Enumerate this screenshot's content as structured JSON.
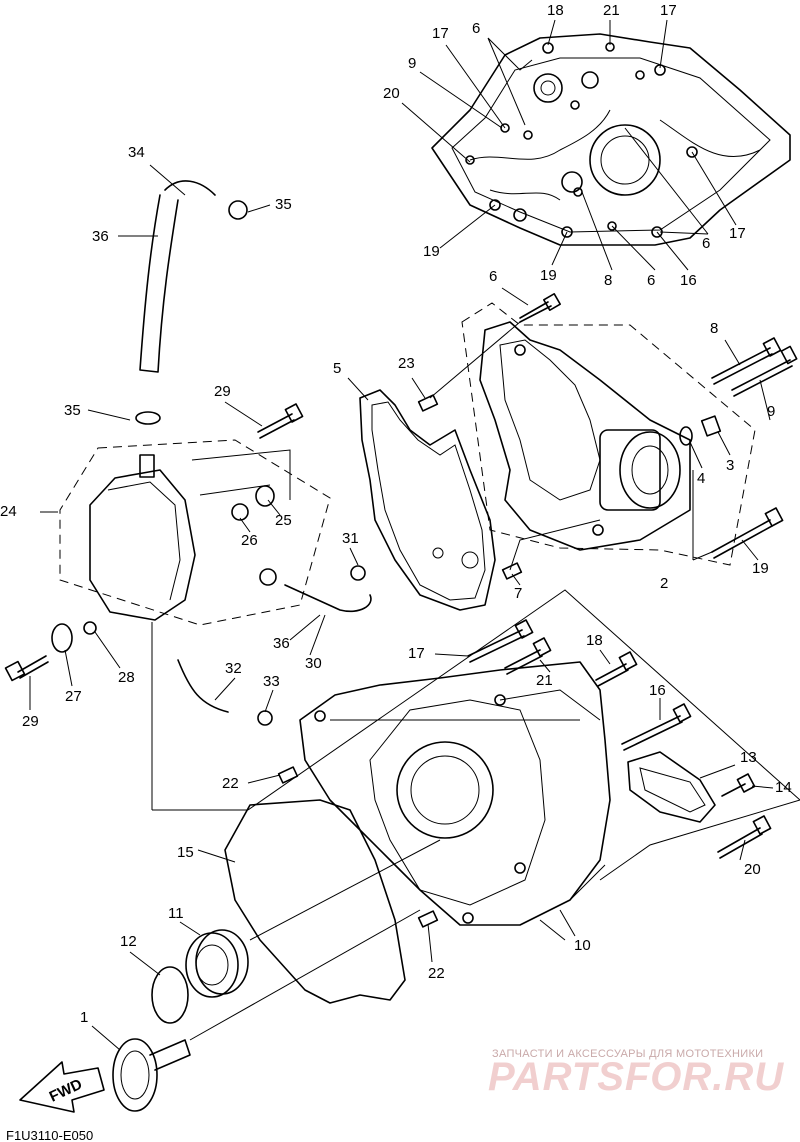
{
  "diagram_code": "F1U3110-E050",
  "direction_label": "FWD",
  "watermark": {
    "tagline": "ЗАПЧАСТИ И АКСЕССУАРЫ ДЛЯ МОТОТЕХНИКИ",
    "logo": "PARTSFOR.RU"
  },
  "callouts": {
    "p1": "1",
    "p2": "2",
    "p3": "3",
    "p4": "4",
    "p5": "5",
    "p6a": "6",
    "p6b": "6",
    "p6c": "6",
    "p6d": "6",
    "p7": "7",
    "p8a": "8",
    "p8b": "8",
    "p9a": "9",
    "p9b": "9",
    "p10": "10",
    "p11": "11",
    "p12": "12",
    "p13": "13",
    "p14": "14",
    "p15": "15",
    "p16a": "16",
    "p16b": "16",
    "p17a": "17",
    "p17b": "17",
    "p17c": "17",
    "p17d": "17",
    "p18a": "18",
    "p18b": "18",
    "p19a": "19",
    "p19b": "19",
    "p19c": "19",
    "p20a": "20",
    "p20b": "20",
    "p21a": "21",
    "p21b": "21",
    "p22a": "22",
    "p22b": "22",
    "p23": "23",
    "p24": "24",
    "p25": "25",
    "p26": "26",
    "p27": "27",
    "p28": "28",
    "p29a": "29",
    "p29b": "29",
    "p30": "30",
    "p31": "31",
    "p32": "32",
    "p33": "33",
    "p34": "34",
    "p35a": "35",
    "p35b": "35",
    "p36a": "36",
    "p36b": "36"
  }
}
